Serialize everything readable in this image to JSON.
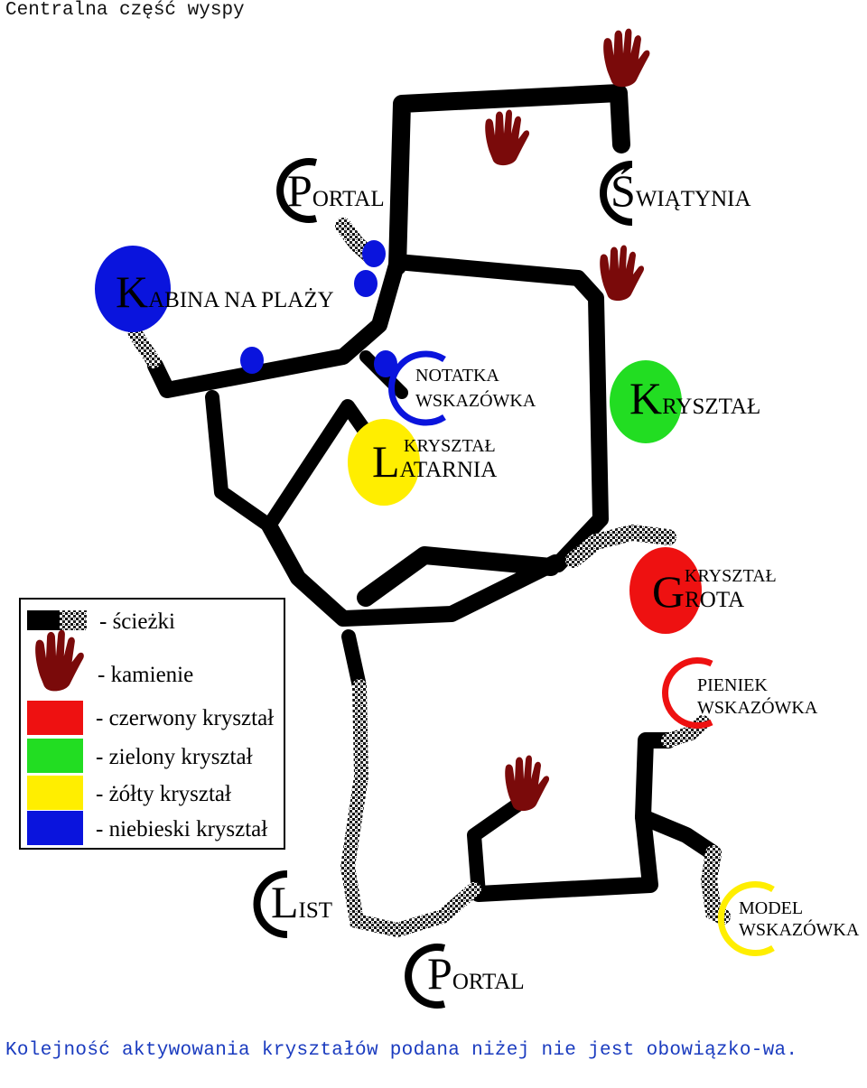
{
  "header": {
    "title": "Centralna część wyspy"
  },
  "map": {
    "locations": {
      "portal_top": {
        "initial": "P",
        "rest": "ORTAL"
      },
      "swiatynia": {
        "initial": "Ś",
        "rest": "WIĄTYNIA"
      },
      "kabina": {
        "initial": "K",
        "rest": "ABINA NA PLAŻY"
      },
      "notatka": {
        "line1": "NOTATKA",
        "line2": "WSKAZÓWKA"
      },
      "krysztal_green": {
        "initial": "K",
        "rest": "RYSZTAŁ"
      },
      "latarnia": {
        "small": "KRYSZTAŁ",
        "initial": "L",
        "rest": "ATARNIA"
      },
      "grota": {
        "small": "KRYSZTAŁ",
        "initial": "G",
        "rest": "ROTA"
      },
      "pieniek": {
        "line1": "PIENIEK",
        "line2": "WSKAZÓWKA"
      },
      "list": {
        "initial": "L",
        "rest": "IST"
      },
      "model": {
        "line1": "MODEL",
        "line2": "WSKAZÓWKA"
      },
      "portal_bottom": {
        "initial": "P",
        "rest": "ORTAL"
      }
    },
    "colors": {
      "red": "#ee1111",
      "green": "#22dd22",
      "yellow": "#ffee00",
      "blue": "#0a14dd",
      "stone": "#7a0a0a"
    }
  },
  "legend": {
    "items": [
      {
        "label": "- ścieżki",
        "icon": "path-swatch"
      },
      {
        "label": "- kamienie",
        "icon": "hand-icon"
      },
      {
        "label": "- czerwony kryształ",
        "color": "#ee1111"
      },
      {
        "label": "- zielony kryształ",
        "color": "#22dd22"
      },
      {
        "label": "- żółty kryształ",
        "color": "#ffee00"
      },
      {
        "label": "- niebieski kryształ",
        "color": "#0a14dd"
      }
    ]
  },
  "footer": {
    "note": "Kolejność aktywowania kryształów podana niżej nie jest obowiązko-wa."
  }
}
